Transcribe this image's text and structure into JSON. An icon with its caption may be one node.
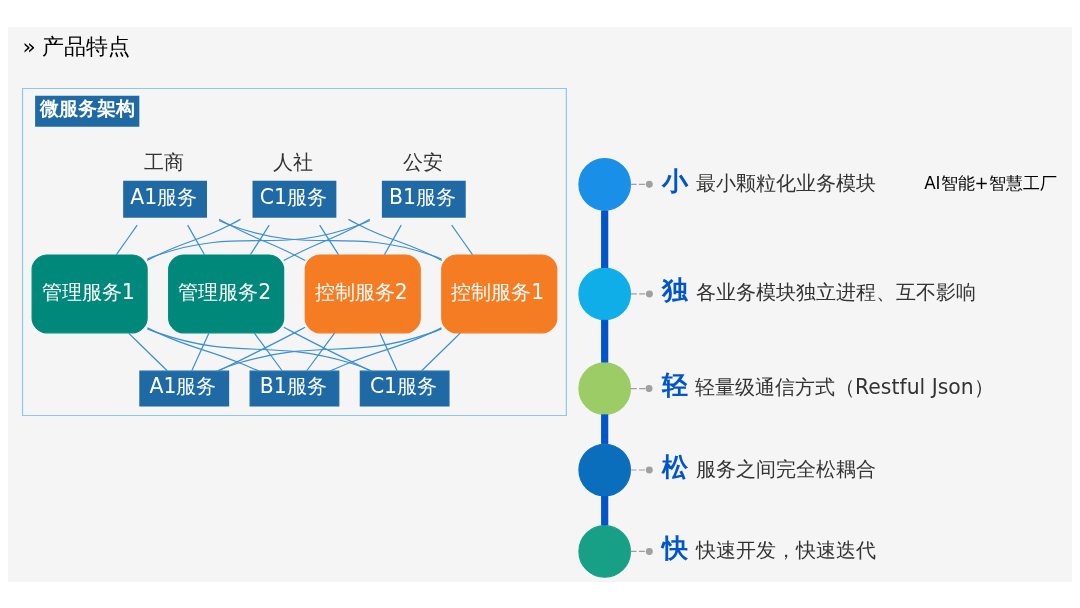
{
  "diagram": {
    "title": "» 产品特点",
    "nodes": [
      {
        "text": [
          "微服务架构"
        ]
      },
      {
        "text": [
          "A1服务"
        ],
        "in": 0,
        "beside": [
          "工商"
        ]
      },
      {
        "text": [
          "B1服务"
        ],
        "in": 0,
        "beside": [
          "公安"
        ]
      },
      {
        "text": [
          "C1服务"
        ],
        "in": 0,
        "beside": [
          "人社"
        ]
      },
      {
        "text": [
          "管理服务1"
        ],
        "in": 0
      },
      {
        "text": [
          "管理服务2"
        ],
        "in": 0
      },
      {
        "text": [
          "控制服务1"
        ],
        "in": 0
      },
      {
        "text": [
          "控制服务2"
        ],
        "in": 0
      },
      {
        "text": [
          "A1服务"
        ],
        "in": 0
      },
      {
        "text": [
          "B1服务"
        ],
        "in": 0
      },
      {
        "text": [
          "C1服务"
        ],
        "in": 0
      },
      {
        "text": [],
        "shape": "circle"
      },
      {
        "text": [],
        "shape": "circle"
      },
      {
        "text": [],
        "shape": "circle"
      },
      {
        "text": [],
        "shape": "circle"
      },
      {
        "text": [],
        "shape": "circle"
      },
      {
        "text": [
          "小",
          "最小颗粒化业务模块"
        ]
      },
      {
        "text": [
          "独",
          "各业务模块独立进程、互不影响"
        ]
      },
      {
        "text": [
          "轻",
          "轻量级通信方式（Restful Json）"
        ]
      },
      {
        "text": [
          "松",
          "服务之间完全松耦合"
        ]
      },
      {
        "text": [
          "快",
          "快速开发，快速迭代"
        ]
      }
    ],
    "edges": [
      {
        "from": 1,
        "to": 4,
        "arrow": "none"
      },
      {
        "from": 1,
        "to": 5,
        "arrow": "none"
      },
      {
        "from": 1,
        "to": 6,
        "arrow": "none"
      },
      {
        "from": 1,
        "to": 7,
        "arrow": "none"
      },
      {
        "from": 2,
        "to": 4,
        "arrow": "none"
      },
      {
        "from": 2,
        "to": 5,
        "arrow": "none"
      },
      {
        "from": 2,
        "to": 6,
        "arrow": "none"
      },
      {
        "from": 2,
        "to": 7,
        "arrow": "none"
      },
      {
        "from": 3,
        "to": 4,
        "arrow": "none"
      },
      {
        "from": 3,
        "to": 5,
        "arrow": "none"
      },
      {
        "from": 3,
        "to": 6,
        "arrow": "none"
      },
      {
        "from": 3,
        "to": 7,
        "arrow": "none"
      },
      {
        "from": 4,
        "to": 8,
        "arrow": "none"
      },
      {
        "from": 4,
        "to": 9,
        "arrow": "none"
      },
      {
        "from": 4,
        "to": 10,
        "arrow": "none"
      },
      {
        "from": 5,
        "to": 8,
        "arrow": "none"
      },
      {
        "from": 5,
        "to": 9,
        "arrow": "none"
      },
      {
        "from": 5,
        "to": 10,
        "arrow": "none"
      },
      {
        "from": 6,
        "to": 8,
        "arrow": "none"
      },
      {
        "from": 6,
        "to": 9,
        "arrow": "none"
      },
      {
        "from": 6,
        "to": 10,
        "arrow": "none"
      },
      {
        "from": 7,
        "to": 8,
        "arrow": "none"
      },
      {
        "from": 7,
        "to": 9,
        "arrow": "none"
      },
      {
        "from": 7,
        "to": 10,
        "arrow": "none"
      },
      {
        "from": 11,
        "to": 12,
        "arrow": "none",
        "style": "thick",
        "color": "#0055cc"
      },
      {
        "from": 12,
        "to": 13,
        "arrow": "none",
        "style": "thick",
        "color": "#0055cc"
      },
      {
        "from": 13,
        "to": 14,
        "arrow": "none",
        "style": "thick",
        "color": "#0055cc"
      },
      {
        "from": 14,
        "to": 15,
        "arrow": "none",
        "style": "thick",
        "color": "#0055cc"
      },
      {
        "from": 11,
        "to": 16,
        "arrow": "other",
        "style": "dashed",
        "color": "#a0a0a0"
      },
      {
        "from": 12,
        "to": 17,
        "arrow": "other",
        "style": "dashed",
        "color": "#a0a0a0"
      },
      {
        "from": 13,
        "to": 18,
        "arrow": "other",
        "style": "dashed",
        "color": "#a0a0a0"
      },
      {
        "from": 14,
        "to": 19,
        "arrow": "other",
        "style": "dashed",
        "color": "#a0a0a0"
      },
      {
        "from": 15,
        "to": 20,
        "arrow": "other",
        "style": "dashed",
        "color": "#a0a0a0"
      }
    ],
    "labels": [
      "AI智能+智慧工厂"
    ]
  }
}
